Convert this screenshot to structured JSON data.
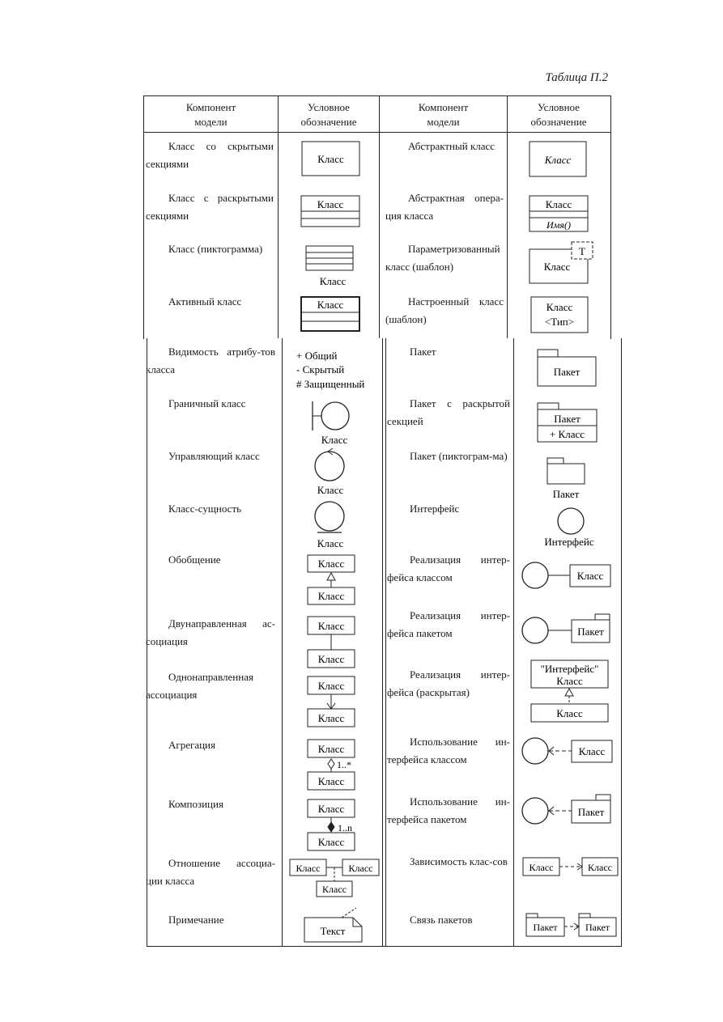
{
  "caption": "Таблица П.2",
  "headers": {
    "component_line1": "Компонент",
    "component_line2": "модели",
    "notation_line1": "Условное",
    "notation_line2": "обозначение"
  },
  "left_rows": [
    {
      "name": "Класс со скрытыми секциями",
      "labels": [
        "Класс"
      ]
    },
    {
      "name": "Класс с раскрытыми секциями",
      "labels": [
        "Класс"
      ]
    },
    {
      "name": "Класс (пиктограмма)",
      "labels": [
        "Класс"
      ]
    },
    {
      "name": "Активный класс",
      "labels": [
        "Класс"
      ]
    },
    {
      "name": "Видимость атрибу-тов класса",
      "labels": [
        "+ Общий",
        "- Скрытый",
        "# Защищенный"
      ]
    },
    {
      "name": "Граничный класс",
      "labels": [
        "Класс"
      ]
    },
    {
      "name": "Управляющий класс",
      "labels": [
        "Класс"
      ]
    },
    {
      "name": "Класс-сущность",
      "labels": [
        "Класс"
      ]
    },
    {
      "name": "Обобщение",
      "labels": [
        "Класс",
        "Класс"
      ]
    },
    {
      "name": "Двунаправленная ас-социация",
      "labels": [
        "Класс",
        "Класс"
      ]
    },
    {
      "name": "Однонаправленная ассоциация",
      "labels": [
        "Класс",
        "Класс"
      ]
    },
    {
      "name": "Агрегация",
      "labels": [
        "Класс",
        "Класс",
        "1..*"
      ]
    },
    {
      "name": "Композиция",
      "labels": [
        "Класс",
        "Класс",
        "1..n"
      ]
    },
    {
      "name": "Отношение ассоциа-ции класса",
      "labels": [
        "Класс",
        "Класс",
        "Класс"
      ]
    },
    {
      "name": "Примечание",
      "labels": [
        "Текст"
      ]
    }
  ],
  "right_rows": [
    {
      "name": "Абстрактный класс",
      "labels": [
        "Класс"
      ]
    },
    {
      "name": "Абстрактная опера-ция класса",
      "labels": [
        "Класс",
        "Имя()"
      ]
    },
    {
      "name": "Параметризованный класс (шаблон)",
      "labels": [
        "Класс",
        "T"
      ]
    },
    {
      "name": "Настроенный класс (шаблон)",
      "labels": [
        "Класс",
        "<Тип>"
      ]
    },
    {
      "name": "Пакет",
      "labels": [
        "Пакет"
      ]
    },
    {
      "name": "Пакет с раскрытой секцией",
      "labels": [
        "Пакет",
        "+ Класс"
      ]
    },
    {
      "name": "Пакет (пиктограм-ма)",
      "labels": [
        "Пакет"
      ]
    },
    {
      "name": "Интерфейс",
      "labels": [
        "Интерфейс"
      ]
    },
    {
      "name": "Реализация интер-фейса классом",
      "labels": [
        "Класс"
      ]
    },
    {
      "name": "Реализация интер-фейса пакетом",
      "labels": [
        "Пакет"
      ]
    },
    {
      "name": "Реализация интер-фейса (раскрытая)",
      "labels": [
        "\"Интерфейс\"",
        "Класс",
        "Класс"
      ]
    },
    {
      "name": "Использование ин-терфейса классом",
      "labels": [
        "Класс"
      ]
    },
    {
      "name": "Использование ин-терфейса пакетом",
      "labels": [
        "Пакет"
      ]
    },
    {
      "name": "Зависимость клас-сов",
      "labels": [
        "Класс",
        "Класс"
      ]
    },
    {
      "name": "Связь пакетов",
      "labels": [
        "Пакет",
        "Пакет"
      ]
    }
  ]
}
